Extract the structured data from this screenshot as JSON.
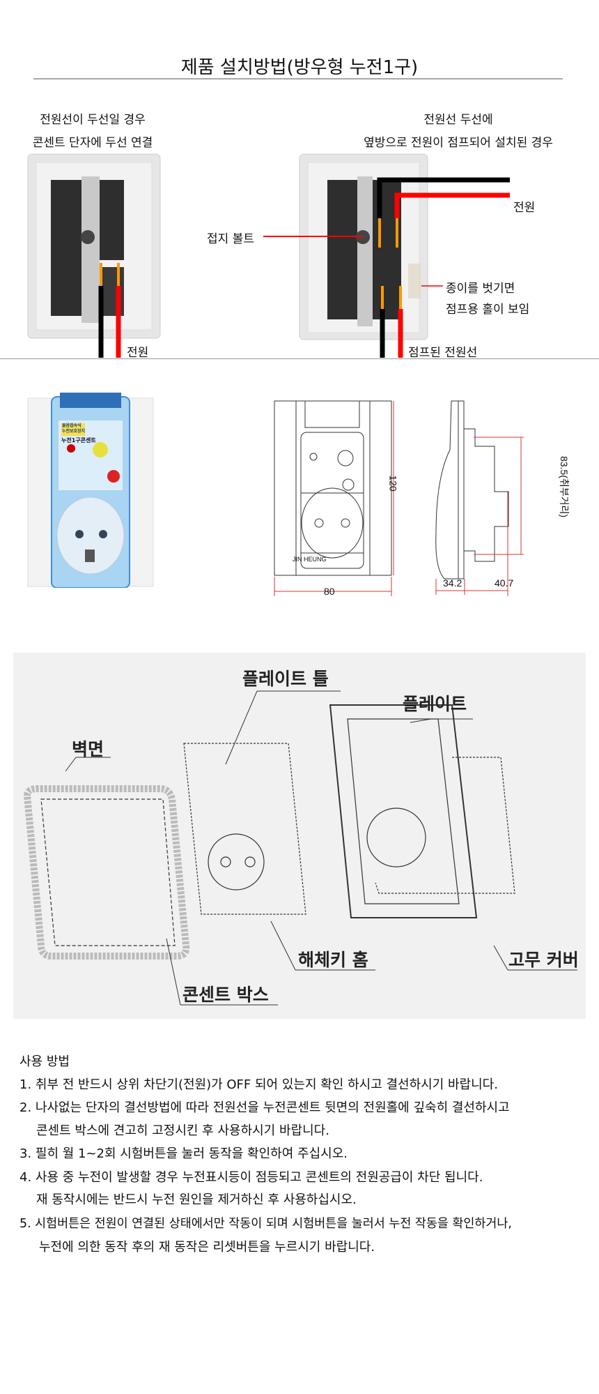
{
  "title": "제품 설치방법(방우형 누전1구)",
  "wiring": {
    "left": {
      "caption_line1": "전원선이 두선일 경우",
      "caption_line2": "콘센트 단자에 두선 연결",
      "power_label": "전원"
    },
    "right": {
      "caption_line1": "전원선 두선에",
      "caption_line2": "옆방으로 전원이 점프되어 설치된 경우",
      "ground_bolt_label": "접지 볼트",
      "power_label": "전원",
      "paper_note_line1": "종이를 벗기면",
      "paper_note_line2": "점프용 홀이 보임",
      "jumped_wire_label": "점프된 전원선"
    },
    "colors": {
      "live_wire": "#ff0000",
      "neutral_wire": "#000000",
      "terminal": "#ff9900"
    }
  },
  "dimensions": {
    "height": "120",
    "width": "80",
    "mount_distance": "83.5(취부거리)",
    "depth_front": "34.2",
    "depth_back": "40.7",
    "brand": "JIN HEUNG"
  },
  "product_photo": {
    "label_line1": "물음접속식",
    "label_line2": "누전보호장치",
    "model": "누전1구콘센트"
  },
  "exploded": {
    "plate_frame": "플레이트 틀",
    "plate": "플레이트",
    "wall": "벽면",
    "release_key_slot": "해체키 홈",
    "rubber_cover": "고무 커버",
    "outlet_box": "콘센트 박스"
  },
  "usage": {
    "heading": "사용 방법",
    "lines": [
      "1. 취부 전 반드시 상위 차단기(전원)가 OFF 되어 있는지 확인 하시고 결선하시기 바랍니다.",
      "2. 나사없는 단자의 결선방법에 따라 전원선을 누전콘센트 뒷면의 전원홀에 깊숙히 결선하시고",
      "콘센트 박스에 견고히 고정시킨 후 사용하시기 바랍니다.",
      "3. 필히 월 1~2회 시험버튼을 눌러 동작을 확인하여 주십시오.",
      "4. 사용 중 누전이 발생할 경우 누전표시등이 점등되고 콘센트의 전원공급이 차단 됩니다.",
      "재 동작시에는 반드시 누전 원인을 제거하신 후 사용하십시오.",
      "5. 시험버튼은 전원이 연결된 상태에서만 작동이 되며 시험버튼을 눌러서 누전 작동을 확인하거나,",
      "누전에 의한 동작 후의 재 동작은 리셋버튼을 누르시기 바랍니다."
    ]
  }
}
